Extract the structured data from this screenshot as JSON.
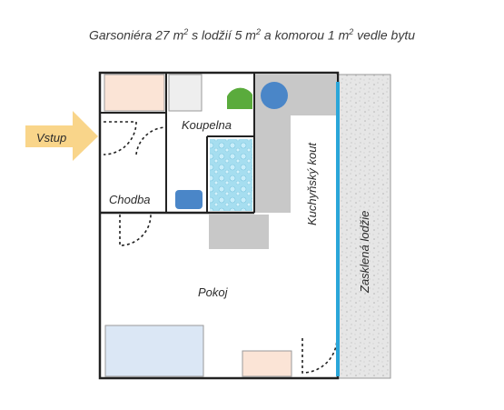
{
  "title": {
    "main": "Garsoniéra 27 m",
    "sup1": "2",
    "mid": " s lodžií 5 m",
    "sup2": "2",
    "tail": " a komorou 1 m",
    "sup3": "2",
    "end": " vedle bytu"
  },
  "labels": {
    "entrance": "Vstup",
    "hall": "Chodba",
    "bathroom": "Koupelna",
    "kitchen": "Kuchyňský kout",
    "room": "Pokoj",
    "loggia": "Zasklená lodžie"
  },
  "colors": {
    "arrow": "#f9d58a",
    "wall": "#222222",
    "furniture_peach": "#fbe4d6",
    "counter_gray": "#c8c8c8",
    "bed_blue": "#dbe7f5",
    "glass": "#2aa6d9",
    "blue_fixture": "#4a86c8",
    "toilet_green": "#5aab3c",
    "shower_tile": "#9fdcf0"
  }
}
